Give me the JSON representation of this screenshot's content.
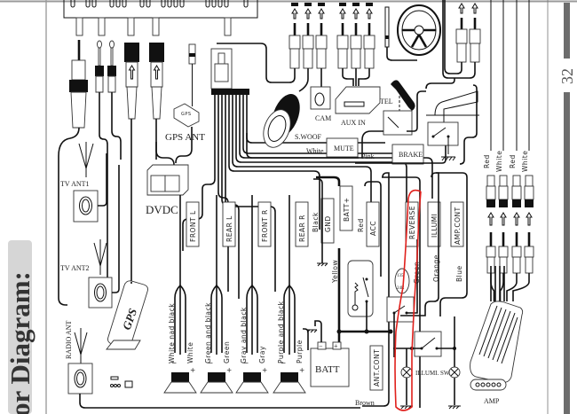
{
  "page": {
    "section_title": "or Diagram:",
    "page_number": "32"
  },
  "connectors": {
    "gps_ant": "GPS ANT",
    "gps_module_label": "GPS",
    "gps_badge": "GPS",
    "dvdc": "DVDC",
    "tv_ant1": "TV ANT1",
    "tv_ant2": "TV ANT2",
    "radio_ant": "RADIO ANT",
    "cam": "CAM",
    "aux_in": "AUX IN",
    "swoof": "S.WOOF",
    "tel": "TEL",
    "mute": "MUTE",
    "brake": "BRAKE",
    "white_wire": "White",
    "pink_wire": "Pink"
  },
  "speakers": [
    {
      "channel": "FRONT L",
      "neg": "White nad black",
      "pos": "White"
    },
    {
      "channel": "REAR L",
      "neg": "Green and black",
      "pos": "Green"
    },
    {
      "channel": "FRONT R",
      "neg": "Gray and black",
      "pos": "Gray"
    },
    {
      "channel": "REAR R",
      "neg": "Purple and black",
      "pos": "Purple"
    }
  ],
  "power": {
    "gnd": "GND",
    "gnd_wire": "Black",
    "batt_plus": "BATT+",
    "batt_wire": "Yellow",
    "acc": "ACC",
    "acc_wire": "Red",
    "reverse": "REVERSE",
    "reverse_wire": "Green",
    "illumi": "ILLUMI",
    "illumi_wire": "Orange",
    "amp_cont": "AMP.CONT",
    "amp_cont_wire": "Blue",
    "ant_cont": "ANT.CONT",
    "ant_cont_wire": "Brown",
    "batt": "BATT",
    "batt_minus": "−",
    "batt_plus_sign": "+",
    "gear_top": "135",
    "gear_bottom": "24R",
    "illumi_sw": "ILLUMI. SW."
  },
  "rca_out": [
    "Red",
    "White",
    "Red",
    "White"
  ],
  "amp": "AMP",
  "speaker_sign_neg": "−",
  "speaker_sign_pos": "+",
  "colors": {
    "annotation": "#e0201c",
    "tab": "#d6d6d6",
    "sidebar_bar": "#6d6d6d"
  }
}
